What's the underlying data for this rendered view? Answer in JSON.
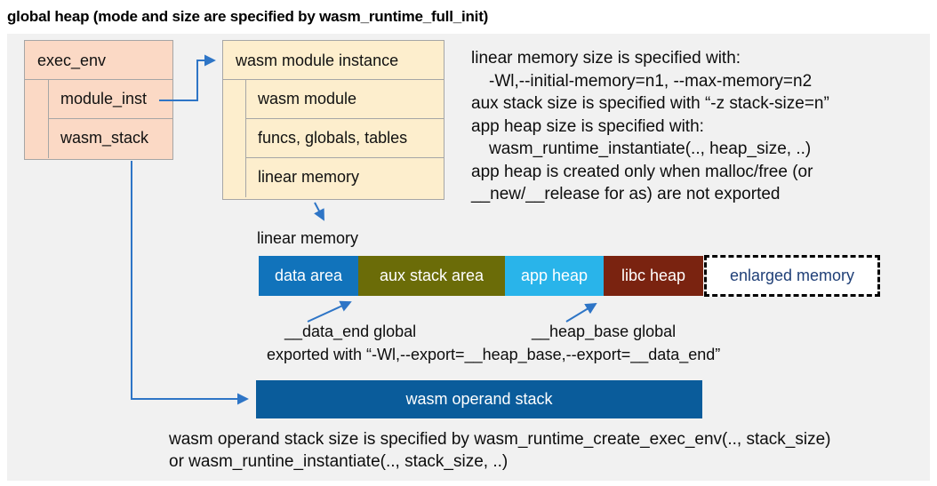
{
  "title": "global heap (mode and size are specified by wasm_runtime_full_init)",
  "exec_env": {
    "header": "exec_env",
    "rows": [
      "module_inst",
      "wasm_stack"
    ]
  },
  "module_instance": {
    "header": "wasm module instance",
    "rows": [
      "wasm module",
      "funcs, globals, tables",
      "linear memory"
    ]
  },
  "notes_right": [
    "linear memory size is specified with:",
    "-Wl,--initial-memory=n1, --max-memory=n2",
    "aux stack size is specified with “-z stack-size=n”",
    "app heap size is specified with:",
    "wasm_runtime_instantiate(.., heap_size, ..)",
    "app heap is created only when malloc/free (or",
    "__new/__release for as) are not exported"
  ],
  "linear_memory_label": "linear memory",
  "memory_segments": [
    {
      "label": "data area",
      "color": "#1173bb"
    },
    {
      "label": "aux stack area",
      "color": "#6b6c08"
    },
    {
      "label": "app heap",
      "color": "#29b4ea"
    },
    {
      "label": "libc heap",
      "color": "#7a2310"
    },
    {
      "label": "enlarged memory",
      "color": "#ffffff"
    }
  ],
  "annotations": {
    "data_end": "__data_end global",
    "heap_base": "__heap_base global",
    "exported": "exported with “-Wl,--export=__heap_base,--export=__data_end”"
  },
  "operand_stack": {
    "label": "wasm operand stack",
    "color": "#0a5c9b"
  },
  "notes_bottom": [
    "wasm operand stack size is specified by wasm_runtime_create_exec_env(.., stack_size)",
    "or wasm_runtine_instantiate(.., stack_size, ..)"
  ],
  "colors": {
    "canvas_bg": "#f1f1f1",
    "struct_peach": "#fbd9c5",
    "struct_cream": "#fdeecd",
    "arrow_blue": "#2e75c6",
    "enlarged_text": "#1f3f77",
    "border_gray": "#a6a6a6"
  }
}
